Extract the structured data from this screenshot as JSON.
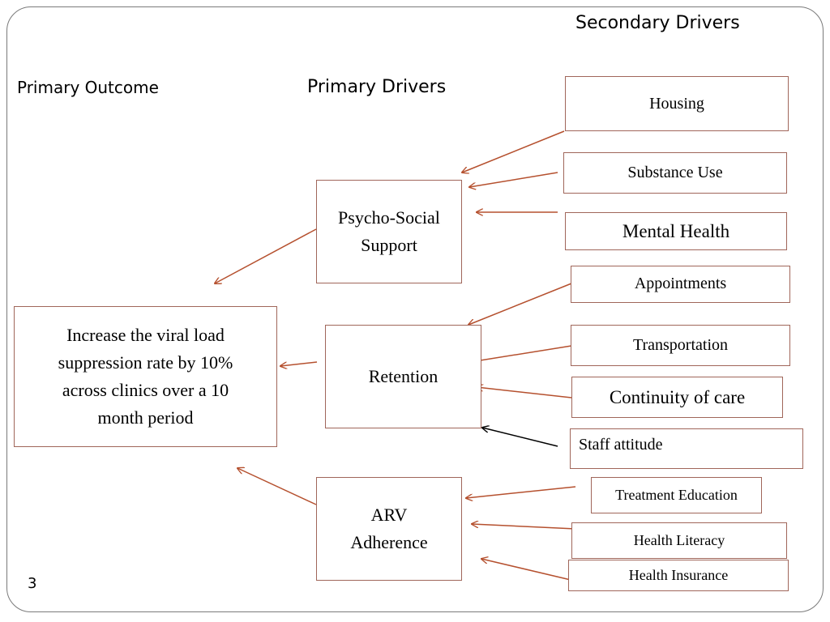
{
  "headings": {
    "secondary": "Secondary Drivers",
    "primary_outcome": "Primary Outcome",
    "primary_drivers": "Primary Drivers"
  },
  "outcome": {
    "text": "Increase the viral load suppression rate by 10% across clinics over a 10 month period"
  },
  "primary_drivers": [
    {
      "label": "Psycho-Social Support"
    },
    {
      "label": "Retention"
    },
    {
      "label": "ARV Adherence"
    }
  ],
  "secondary_drivers": [
    {
      "label": "Housing"
    },
    {
      "label": "Substance Use"
    },
    {
      "label": "Mental Health"
    },
    {
      "label": "Appointments"
    },
    {
      "label": "Transportation"
    },
    {
      "label": "Continuity of care"
    },
    {
      "label": "Staff attitude"
    },
    {
      "label": "Treatment Education"
    },
    {
      "label": "Health Literacy"
    },
    {
      "label": "Health Insurance"
    }
  ],
  "colors": {
    "arrow": "#b5502e",
    "arrow_staff": "#000000",
    "box_border": "#a0665a"
  },
  "slide_number": "3"
}
